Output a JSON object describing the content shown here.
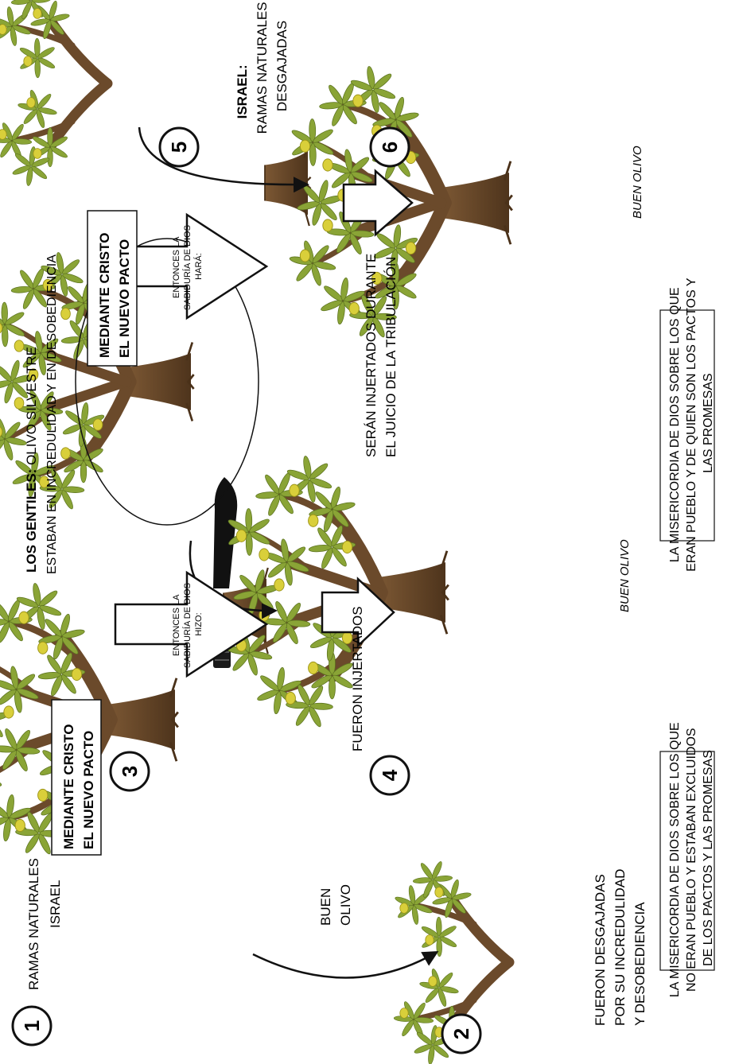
{
  "steps": {
    "s1": {
      "number": "1",
      "label_lines": [
        "RAMAS NATURALES",
        "ISRAEL"
      ]
    },
    "s2": {
      "number": "2",
      "label_lines": [
        "FUERON DESGAJADAS",
        "POR SU INCREDULIDAD",
        "Y DESOBEDIENCIA"
      ]
    },
    "s3": {
      "number": "3",
      "box_lines": [
        "MEDIANTE CRISTO",
        "EL NUEVO PACTO"
      ],
      "arrow_lines": [
        "ENTONCES LA",
        "SABIDURÍA DE DIOS",
        "HIZO:"
      ]
    },
    "s4": {
      "number": "4",
      "label": "FUERON INJERTADOS"
    },
    "s5": {
      "number": "5",
      "box_lines": [
        "MEDIANTE CRISTO",
        "EL NUEVO PACTO"
      ],
      "arrow_lines": [
        "ENTONCES LA",
        "SABIDURÍA DE DIOS",
        "HARÁ:"
      ]
    },
    "s6": {
      "number": "6"
    }
  },
  "labels": {
    "buen_olivo_arc_lines": [
      "BUEN",
      "OLIVO"
    ],
    "gentiles_bold": "LOS GENTILES:",
    "gentiles_rest": " OLIVO SILVESTRE",
    "gentiles_line2": "ESTABAN EN INCREDULIDAD Y EN DESOBEDIENCIA",
    "israel_bold": "ISRAEL:",
    "israel_lines": [
      "RAMAS NATURALES",
      "DESGAJADAS"
    ],
    "tribulacion_lines": [
      "SERÁN INJERTADOS DURANTE",
      "EL JUICIO DE LA TRIBULACIÓN"
    ],
    "buen_olivo_4": "BUEN OLIVO",
    "buen_olivo_6": "BUEN OLIVO"
  },
  "boxes": {
    "misericordia_gentiles": [
      "LA MISERICORDIA DE DIOS SOBRE LOS QUE",
      "NO ERAN PUEBLO Y ESTABAN EXCLUIDOS",
      "DE LOS PACTOS Y LAS PROMESAS"
    ],
    "misericordia_israel": [
      "LA MISERICORDIA DE DIOS SOBRE LOS QUE",
      "ERAN PUEBLO Y DE QUIEN SON LOS PACTOS Y",
      "LAS PROMESAS"
    ]
  },
  "colors": {
    "trunk": "#6b4a2b",
    "trunk_dark": "#4a3119",
    "leaf": "#8aa436",
    "leaf_dark": "#5d7420",
    "olive": "#d9cf3a",
    "olive_dark": "#9c9418",
    "line": "#111111"
  }
}
